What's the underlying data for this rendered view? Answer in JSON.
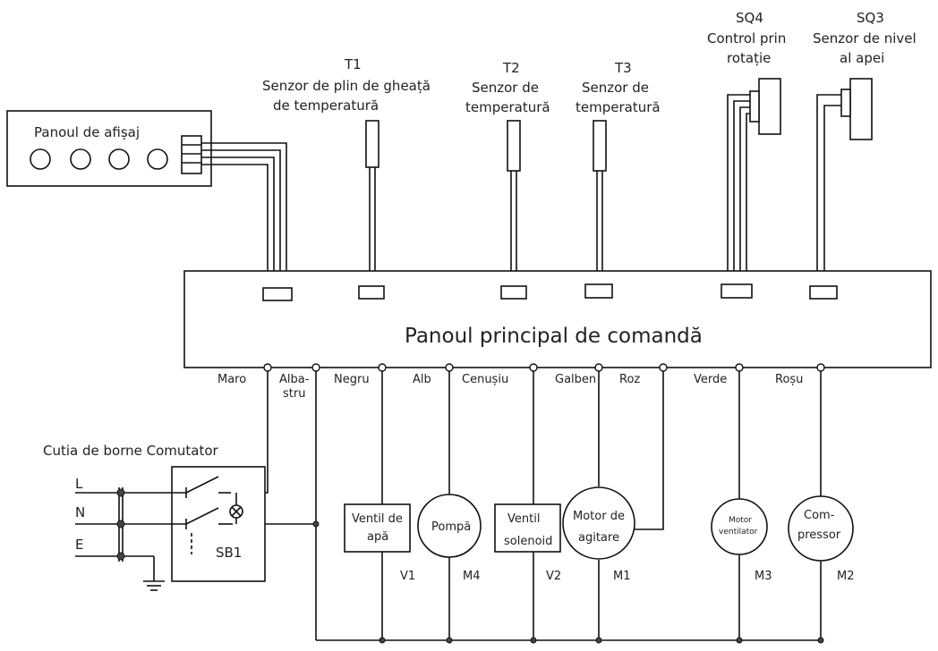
{
  "display_panel": {
    "label": "Panoul de afișaj"
  },
  "sensors": {
    "t1": {
      "id": "T1",
      "line1": "Senzor de plin de gheață",
      "line2": "de temperatură"
    },
    "t2": {
      "id": "T2",
      "line1": "Senzor de",
      "line2": "temperatură"
    },
    "t3": {
      "id": "T3",
      "line1": "Senzor de",
      "line2": "temperatură"
    },
    "sq4": {
      "id": "SQ4",
      "line1": "Control prin",
      "line2": "rotație"
    },
    "sq3": {
      "id": "SQ3",
      "line1": "Senzor de nivel",
      "line2": "al apei"
    }
  },
  "main_board": {
    "label": "Panoul principal de comandă"
  },
  "wires": {
    "maro": "Maro",
    "albastru_1": "Alba-",
    "albastru_2": "stru",
    "negru": "Negru",
    "alb": "Alb",
    "cenusiu": "Cenușiu",
    "galben": "Galben",
    "roz": "Roz",
    "verde": "Verde",
    "rosu": "Roșu"
  },
  "terminal_box": {
    "label": "Cutia de borne Comutator",
    "switch_id": "SB1"
  },
  "mains": {
    "l": "L",
    "n": "N",
    "e": "E"
  },
  "components": {
    "v1": {
      "line1": "Ventil de",
      "line2": "apă",
      "id": "V1"
    },
    "m4": {
      "label": "Pompă",
      "id": "M4"
    },
    "v2": {
      "line1": "Ventil",
      "line2": "solenoid",
      "id": "V2"
    },
    "m1": {
      "line1": "Motor de",
      "line2": "agitare",
      "id": "M1"
    },
    "m3": {
      "line1": "Motor",
      "line2": "ventilator",
      "id": "M3"
    },
    "m2": {
      "line1": "Com-",
      "line2": "pressor",
      "id": "M2"
    }
  }
}
